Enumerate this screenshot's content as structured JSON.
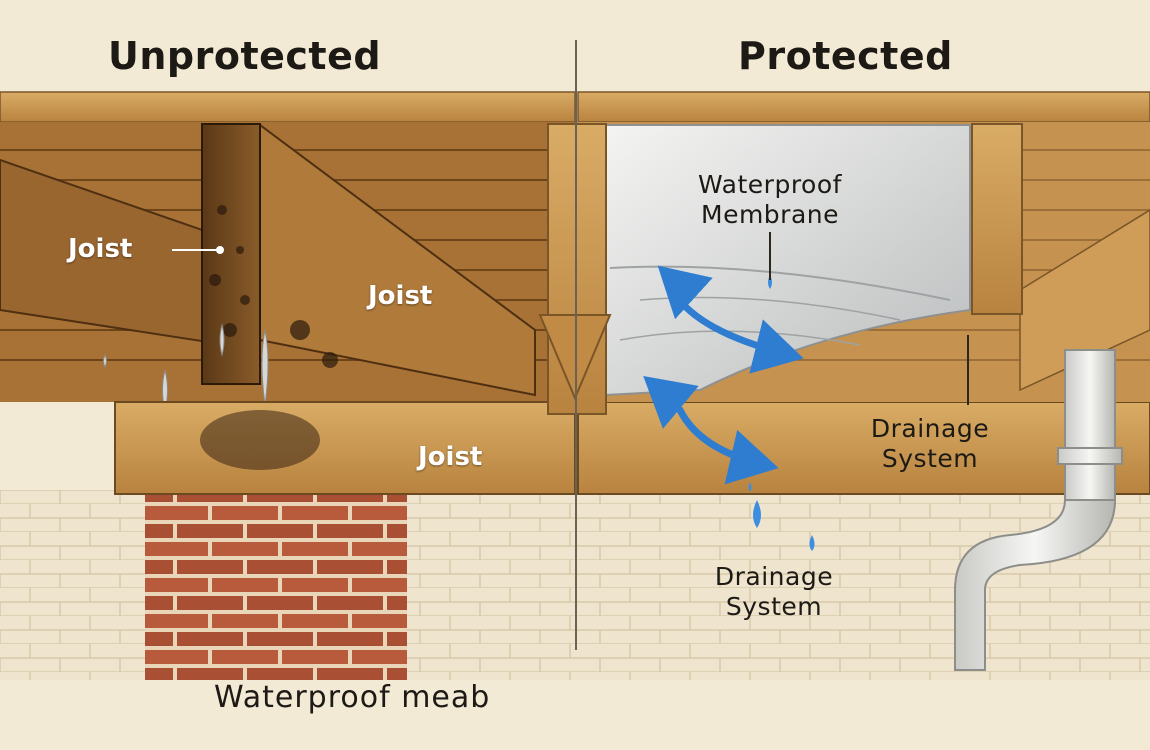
{
  "panels": {
    "left_title": "Unprotected",
    "right_title": "Protected"
  },
  "labels": {
    "joist_left": "Joist",
    "joist_beam": "Joist",
    "joist_bottom": "Joist",
    "membrane_line1": "Waterproof",
    "membrane_line2": "Membrane",
    "drainage_right_line1": "Drainage",
    "drainage_right_line2": "System",
    "drainage_lower_line1": "Drainage",
    "drainage_lower_line2": "System"
  },
  "caption": "Waterproof meab",
  "colors": {
    "wood_light": "#d8aa62",
    "wood_dark": "#7a4f22",
    "water_arrow": "#2f7dd1",
    "brick": "#b85a3c",
    "background": "#f3ead6"
  }
}
